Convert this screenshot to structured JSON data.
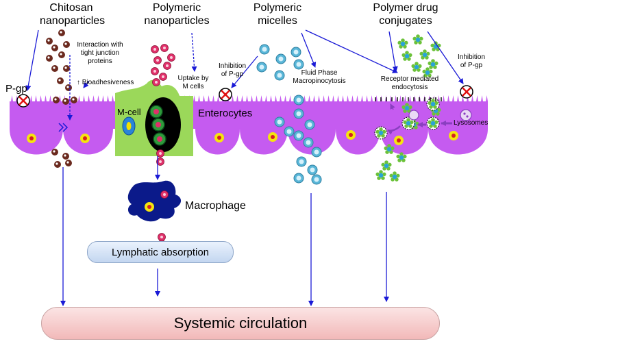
{
  "labels": {
    "chitosan": [
      "Chitosan",
      "nanoparticles"
    ],
    "polymeric_np": [
      "Polymeric",
      "nanoparticles"
    ],
    "micelles": [
      "Polymeric",
      "micelles"
    ],
    "conjugates": [
      "Polymer drug",
      "conjugates"
    ],
    "pgp": "P-gp",
    "tight_junction": [
      "Interaction with",
      "tight junction",
      "proteins"
    ],
    "bioadhesiveness": "↑ Bioadhesiveness",
    "uptake_m_cells": [
      "Uptake by",
      "M cells"
    ],
    "inhibition_pgp_1": [
      "Inhibition",
      "of P-gp"
    ],
    "fluid_phase": [
      "Fluid Phase",
      "Macropinocytosis"
    ],
    "receptor": [
      "Receptor mediated",
      "endocytosis"
    ],
    "inhibition_pgp_2": [
      "Inhibition",
      "of P-gp"
    ],
    "m_cell": "M-cell",
    "enterocytes": "Enterocytes",
    "lysosomes": "Lysosomes",
    "macrophage": "Macrophage",
    "lymphatic": "Lymphatic absorption",
    "systemic": "Systemic circulation"
  },
  "colors": {
    "enterocyte": "#c55bf0",
    "m_cell": "#9bd85a",
    "nucleus": "#f5e50f",
    "macrophage": "#0b1a8a",
    "arrow": "#1a1ad6",
    "lymphatic_box": "#cfe0f5",
    "systemic_box": "#f6c8c8",
    "chitosan_particle": "#6b2a1f",
    "polymeric_particle": "#e0306a",
    "micelle": "#59b6d8",
    "conjugate_green": "#6cc23a",
    "conjugate_blue": "#2aa3d8"
  }
}
